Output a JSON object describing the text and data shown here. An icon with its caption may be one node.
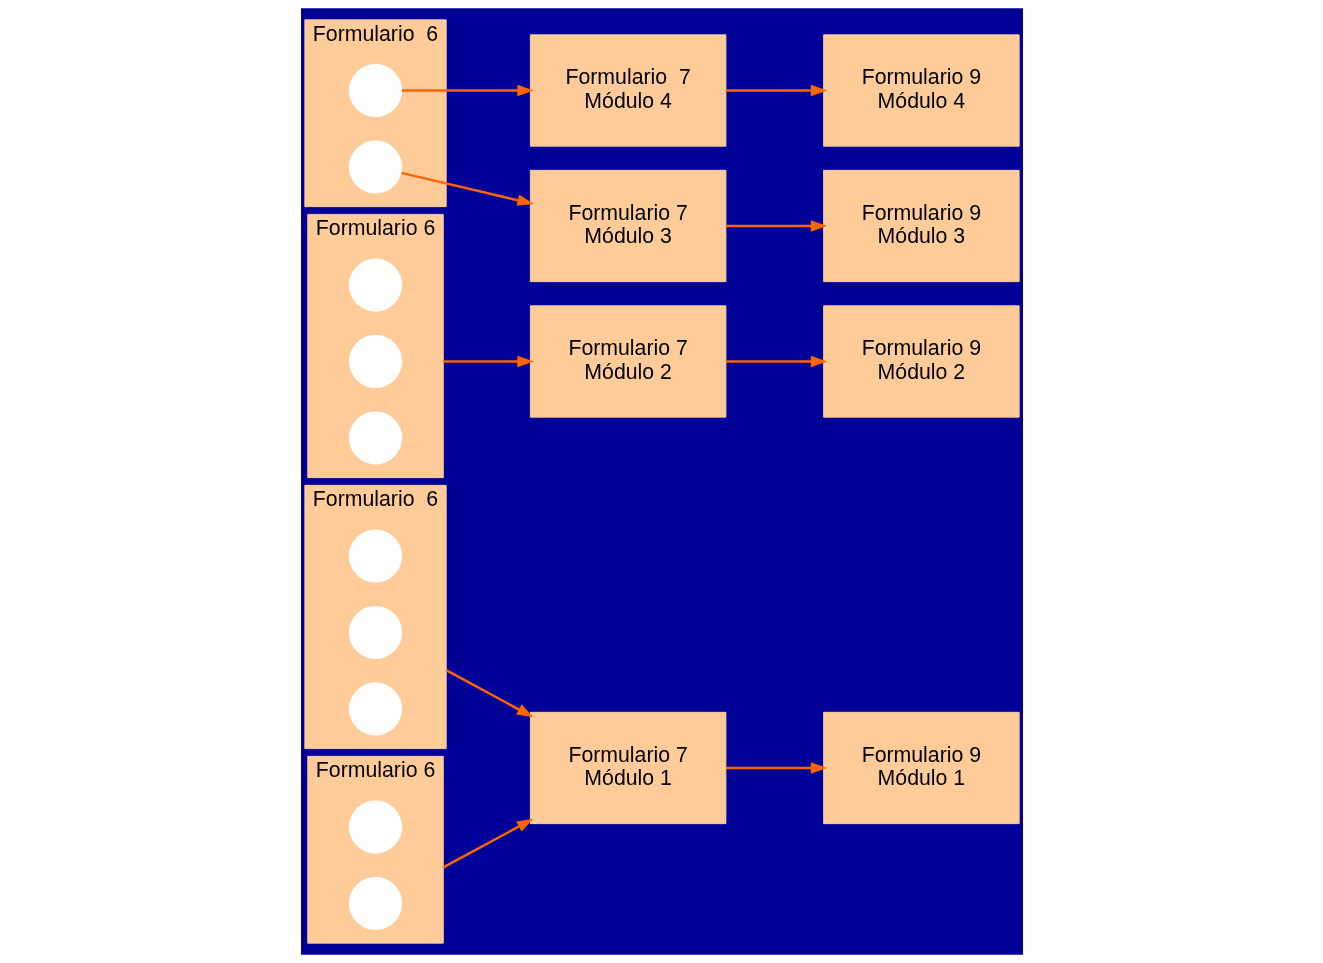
{
  "diagram": {
    "nodes": [
      {
        "text": [
          "Formulario  6"
        ]
      },
      {
        "text": [],
        "shape": "circle",
        "in": 0
      },
      {
        "text": [],
        "shape": "circle",
        "in": 0
      },
      {
        "text": [],
        "shape": "circle",
        "in": 0
      },
      {
        "text": [
          "Formulario 6"
        ]
      },
      {
        "text": [],
        "shape": "circle",
        "in": 4
      },
      {
        "text": [],
        "shape": "circle",
        "in": 4
      },
      {
        "text": [
          "Formulario 6"
        ]
      },
      {
        "text": [],
        "shape": "circle",
        "in": 7
      },
      {
        "text": [],
        "shape": "circle",
        "in": 7
      },
      {
        "text": [],
        "shape": "circle",
        "in": 7
      },
      {
        "text": [
          "Formulario  6"
        ]
      },
      {
        "text": [],
        "shape": "circle",
        "in": 11
      },
      {
        "text": [],
        "shape": "circle",
        "in": 11
      },
      {
        "text": [
          "Formulario 7",
          "Módulo 1"
        ]
      },
      {
        "text": [
          "Formulario 9",
          "Módulo 1"
        ]
      },
      {
        "text": [
          "Formulario 7",
          "Módulo 2"
        ]
      },
      {
        "text": [
          "Formulario 9",
          "Módulo 2"
        ]
      },
      {
        "text": [
          "Formulario 7",
          "Módulo 3"
        ]
      },
      {
        "text": [
          "Formulario 9",
          "Módulo 3"
        ]
      },
      {
        "text": [
          "Formulario  7",
          "Módulo 4"
        ]
      },
      {
        "text": [
          "Formulario 9",
          "Módulo 4"
        ]
      }
    ],
    "edges": [
      {
        "from": 0,
        "to": 14,
        "arrow": "to"
      },
      {
        "from": 4,
        "to": 14,
        "arrow": "to"
      },
      {
        "from": 14,
        "to": 15,
        "arrow": "to"
      },
      {
        "from": 7,
        "to": 16,
        "arrow": "to"
      },
      {
        "from": 16,
        "to": 17,
        "arrow": "to"
      },
      {
        "from": 13,
        "to": 18,
        "arrow": "to"
      },
      {
        "from": 12,
        "to": 20,
        "arrow": "to"
      },
      {
        "from": 18,
        "to": 19,
        "arrow": "to"
      },
      {
        "from": 20,
        "to": 21,
        "arrow": "to"
      }
    ]
  }
}
